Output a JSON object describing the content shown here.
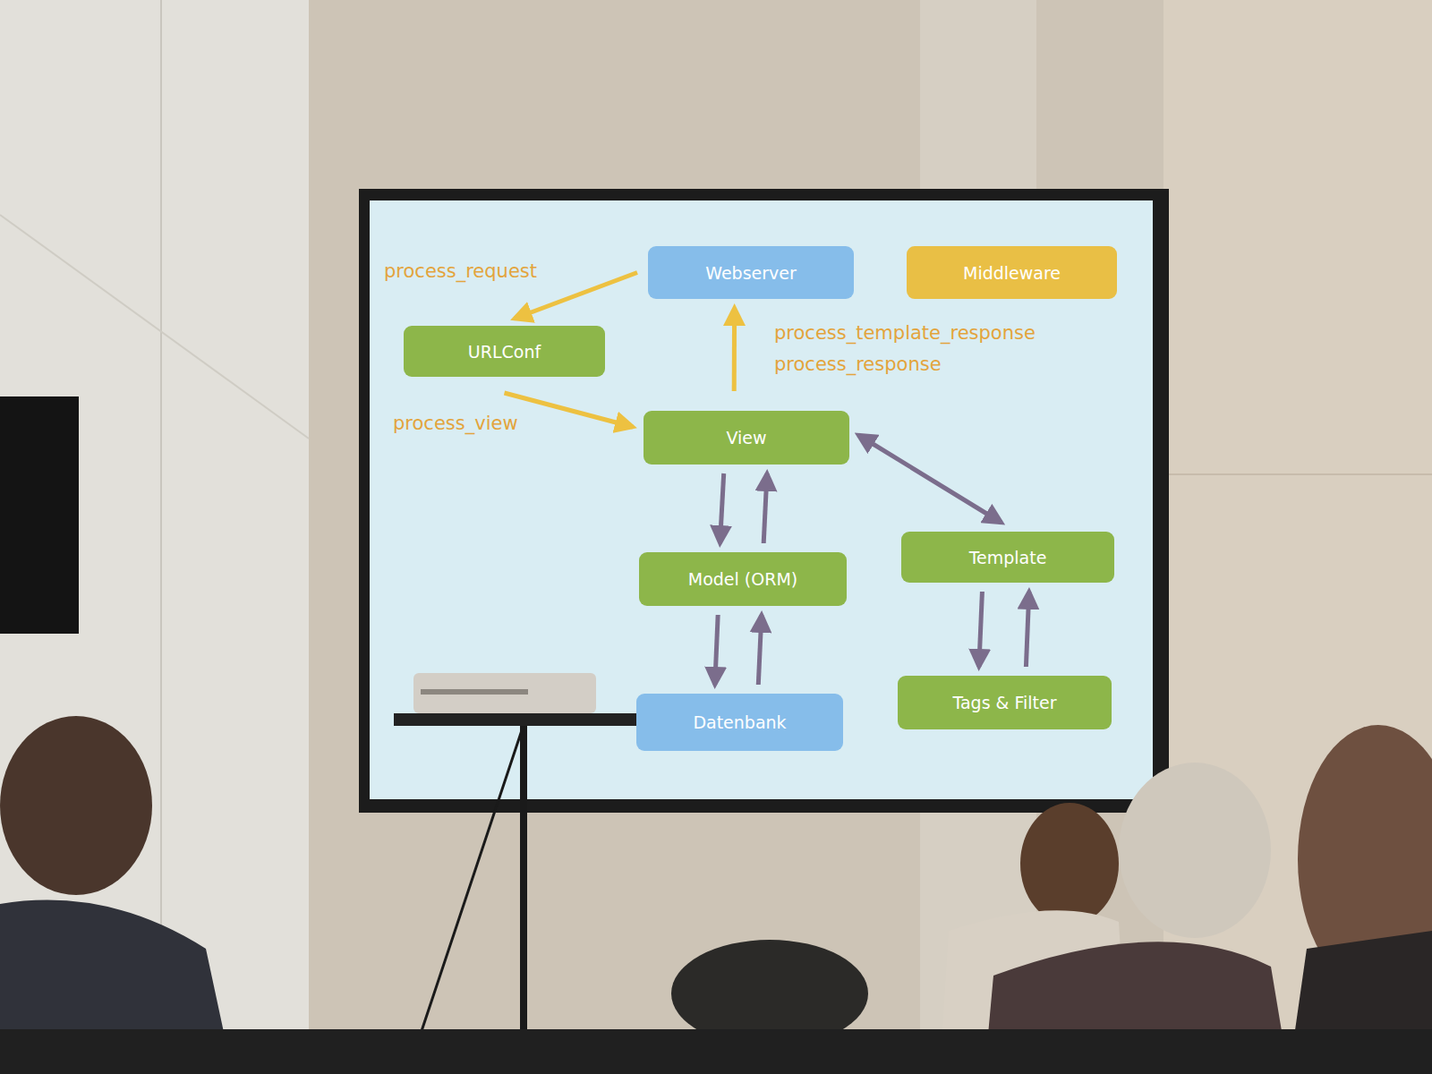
{
  "diagram": {
    "nodes": [
      {
        "text": [
          "Webserver"
        ]
      },
      {
        "text": [
          "Middleware"
        ]
      },
      {
        "text": [
          "URLConf"
        ]
      },
      {
        "text": [
          "View"
        ]
      },
      {
        "text": [
          "Model (ORM)"
        ]
      },
      {
        "text": [
          "Template"
        ]
      },
      {
        "text": [
          "Datenbank"
        ]
      },
      {
        "text": [
          "Tags & Filter"
        ]
      }
    ],
    "edges": [
      {
        "from": 0,
        "to": 2,
        "arrow": "to",
        "label": "process_request"
      },
      {
        "from": 2,
        "to": 3,
        "arrow": "to",
        "label": "process_view"
      },
      {
        "from": 3,
        "to": 0,
        "arrow": "to",
        "label": "process_template_response process_response"
      },
      {
        "from": 3,
        "to": 4,
        "arrow": "to"
      },
      {
        "from": 4,
        "to": 3,
        "arrow": "to"
      },
      {
        "from": 4,
        "to": 6,
        "arrow": "to"
      },
      {
        "from": 6,
        "to": 4,
        "arrow": "to"
      },
      {
        "from": 3,
        "to": 5,
        "arrow": "both"
      },
      {
        "from": 5,
        "to": 7,
        "arrow": "to"
      },
      {
        "from": 7,
        "to": 5,
        "arrow": "to"
      }
    ]
  }
}
